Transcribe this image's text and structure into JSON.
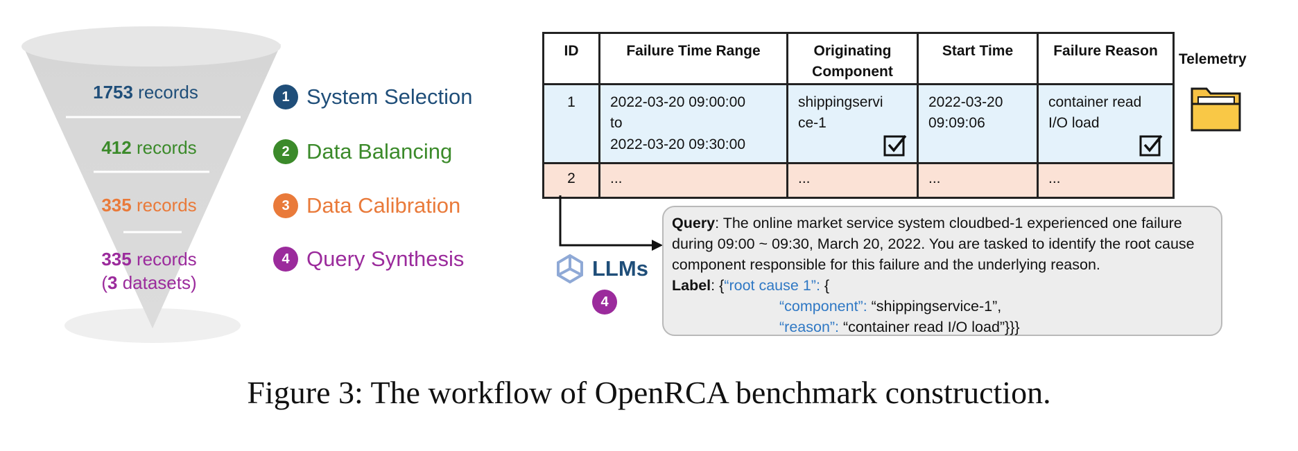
{
  "funnel": {
    "levels": [
      {
        "count": "1753",
        "unit": " records",
        "extra": "",
        "color": "#1f4e79"
      },
      {
        "count": "412",
        "unit": " records",
        "extra": "",
        "color": "#3b8a2a"
      },
      {
        "count": "335",
        "unit": " records",
        "extra": "",
        "color": "#e97a3a"
      },
      {
        "count": "335",
        "unit": " records",
        "extra_prefix": "(",
        "extra_count": "3",
        "extra_suffix": " datasets)",
        "color": "#9b2b9c"
      }
    ]
  },
  "steps": [
    {
      "num": "1",
      "label": "System Selection",
      "color": "#1f4e79"
    },
    {
      "num": "2",
      "label": "Data Balancing",
      "color": "#3b8a2a"
    },
    {
      "num": "3",
      "label": "Data Calibration",
      "color": "#e97a3a"
    },
    {
      "num": "4",
      "label": "Query Synthesis",
      "color": "#9b2b9c"
    }
  ],
  "table": {
    "headers": [
      "ID",
      "Failure Time Range",
      "Originating Component",
      "Start Time",
      "Failure Reason"
    ],
    "row1": {
      "id": "1",
      "time_range_line1": "2022-03-20 09:00:00",
      "time_range_line2": "to",
      "time_range_line3": "2022-03-20 09:30:00",
      "component_line1": "shippingservi",
      "component_line2": "ce-1",
      "start_line1": "2022-03-20",
      "start_line2": "09:09:06",
      "reason_line1": "container read",
      "reason_line2": "I/O load"
    },
    "row2": {
      "id": "2",
      "c1": "...",
      "c2": "...",
      "c3": "...",
      "c4": "..."
    }
  },
  "telemetry": {
    "label": "Telemetry"
  },
  "llms": {
    "label": "LLMs",
    "badge": "4"
  },
  "query_box": {
    "query_label": "Query",
    "query_text": ": The online market service system cloudbed-1 experienced one failure during 09:00 ~ 09:30, March 20, 2022. You are tasked to identify the root cause component responsible for this failure and the underlying reason.",
    "label_label": "Label",
    "label_open": ": {",
    "root_key": "“root cause 1”:",
    "root_open": " {",
    "component_key": "“component”:",
    "component_value": " “shippingservice-1”,",
    "reason_key": "“reason”:",
    "reason_value": " “container read I/O load”}}}"
  },
  "caption": "Figure 3: The workflow of OpenRCA benchmark construction."
}
